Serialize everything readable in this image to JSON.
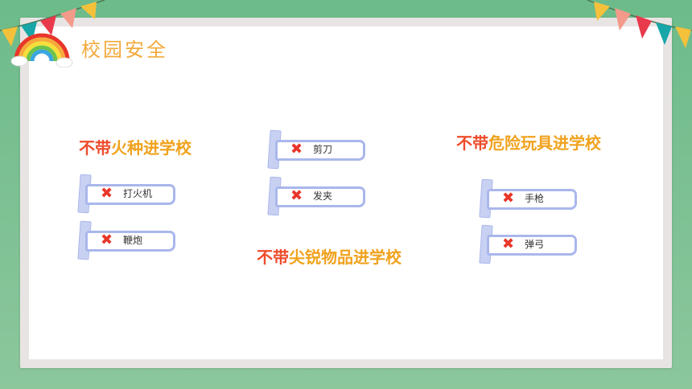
{
  "page": {
    "title": "校园安全"
  },
  "sections": [
    {
      "prefix": "不带",
      "suffix": "火种进学校"
    },
    {
      "prefix": "不带",
      "suffix": "尖锐物品进学校"
    },
    {
      "prefix": "不带",
      "suffix": "危险玩具进学校"
    }
  ],
  "items": {
    "fire": [
      "打火机",
      "鞭炮"
    ],
    "sharp": [
      "剪刀",
      "发夹"
    ],
    "toys": [
      "手枪",
      "弹弓"
    ]
  },
  "icons": {
    "cross": "✖",
    "rainbow": "rainbow-icon",
    "bunting": "bunting-flags"
  },
  "colors": {
    "accent_red": "#ee4b2b",
    "accent_orange": "#f0a21d",
    "title": "#f2a93b",
    "tag_border": "#aab7ec"
  }
}
